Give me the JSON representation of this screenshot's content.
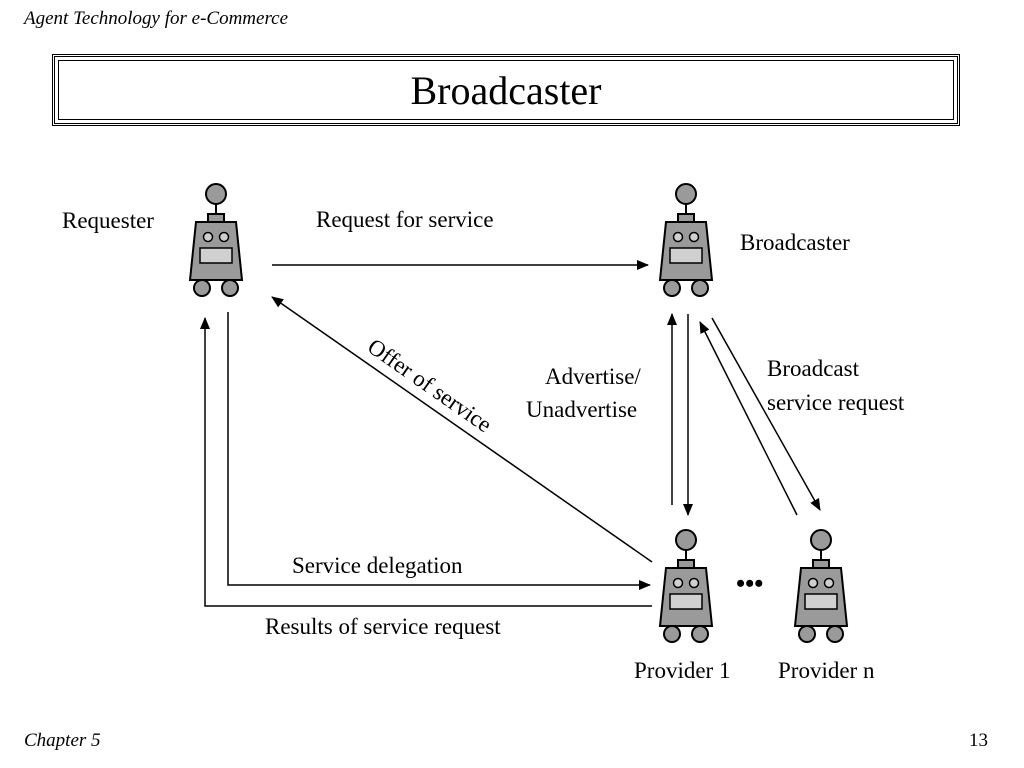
{
  "header": "Agent Technology for e-Commerce",
  "title": "Broadcaster",
  "footer": {
    "chapter": "Chapter 5",
    "page": "13"
  },
  "agents": {
    "requester": "Requester",
    "broadcaster": "Broadcaster",
    "provider1": "Provider 1",
    "providern": "Provider n",
    "ellipsis": "•••"
  },
  "arrows": {
    "request_for_service": "Request for service",
    "offer_of_service": "Offer of service",
    "advertise": "Advertise/",
    "unadvertise": "Unadvertise",
    "broadcast_1": "Broadcast",
    "broadcast_2": "service request",
    "service_delegation": "Service delegation",
    "results": "Results of service request"
  },
  "colors": {
    "robot_body": "#9a9a9a",
    "robot_stroke": "#000000",
    "robot_panel": "#d0d0d0"
  }
}
